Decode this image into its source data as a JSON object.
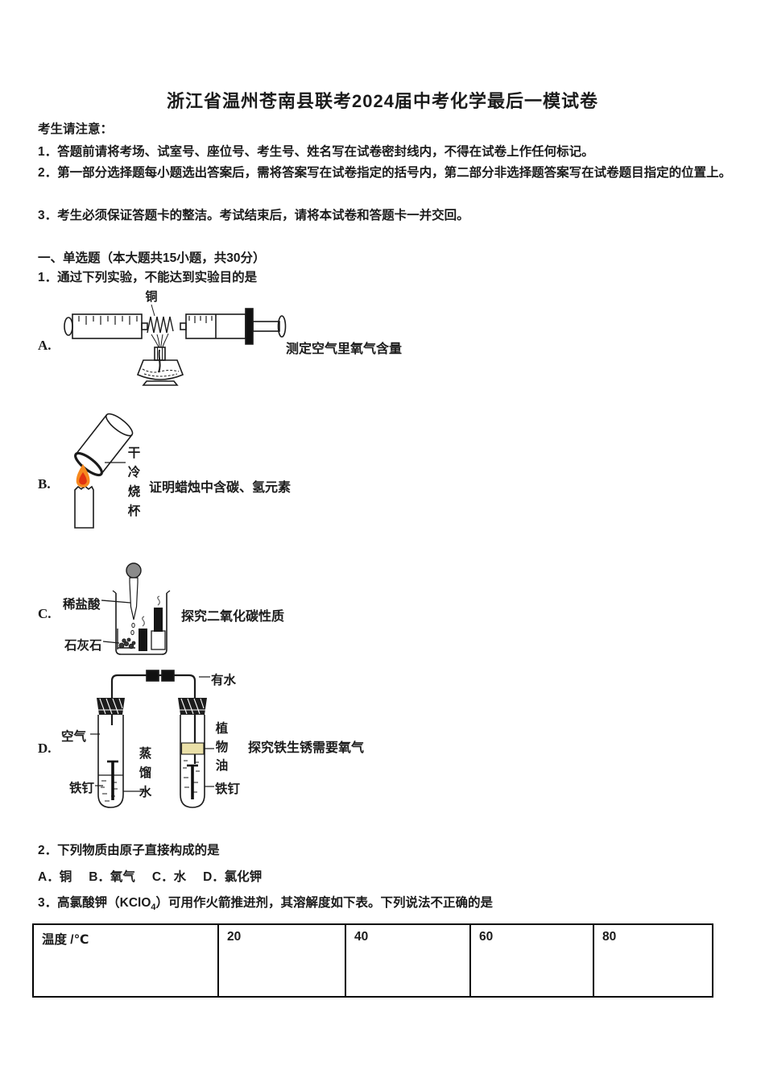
{
  "title": "浙江省温州苍南县联考2024届中考化学最后一模试卷",
  "notice": {
    "heading": "考生请注意：",
    "item1": "1．答题前请将考场、试室号、座位号、考生号、姓名写在试卷密封线内，不得在试卷上作任何标记。",
    "item2": "2．第一部分选择题每小题选出答案后，需将答案写在试卷指定的括号内，第二部分非选择题答案写在试卷题目指定的位置上。",
    "item3": "3．考生必须保证答题卡的整洁。考试结束后，请将本试卷和答题卡一并交回。"
  },
  "section": {
    "heading": "一、单选题（本大题共15小题，共30分）"
  },
  "q1": {
    "text": "1．通过下列实验，不能达到实验目的是",
    "options": [
      {
        "letter": "A.",
        "caption": "测定空气里氧气含量",
        "labels": {
          "copper": "铜"
        }
      },
      {
        "letter": "B.",
        "caption": "证明蜡烛中含碳、氢元素",
        "labels": {
          "beaker": "干冷烧杯"
        }
      },
      {
        "letter": "C.",
        "caption": "探究二氧化碳性质",
        "labels": {
          "acid": "稀盐酸",
          "limestone": "石灰石"
        }
      },
      {
        "letter": "D.",
        "caption": "探究铁生锈需要氧气",
        "labels": {
          "has_water": "有水",
          "air": "空气",
          "distilled_water": "蒸馏水",
          "vegetable_oil": "植物油",
          "nail_left": "铁钉",
          "nail_right": "铁钉"
        }
      }
    ]
  },
  "q2": {
    "text": "2．下列物质由原子直接构成的是",
    "options": [
      "A．铜",
      "B．氧气",
      "C．水",
      "D．氯化钾"
    ]
  },
  "q3": {
    "prefix": "3．高氯酸钾（KClO",
    "subscript": "4",
    "suffix": "）可用作火箭推进剂，其溶解度如下表。下列说法不正确的是"
  },
  "table": {
    "cells": [
      "温度 /℃",
      "20",
      "40",
      "60",
      "80"
    ]
  },
  "colors": {
    "flame_outer": "#f6891e",
    "flame_inner": "#e23410",
    "oil_band": "#eae0a8",
    "gray_bulb": "#8a8a8a"
  }
}
